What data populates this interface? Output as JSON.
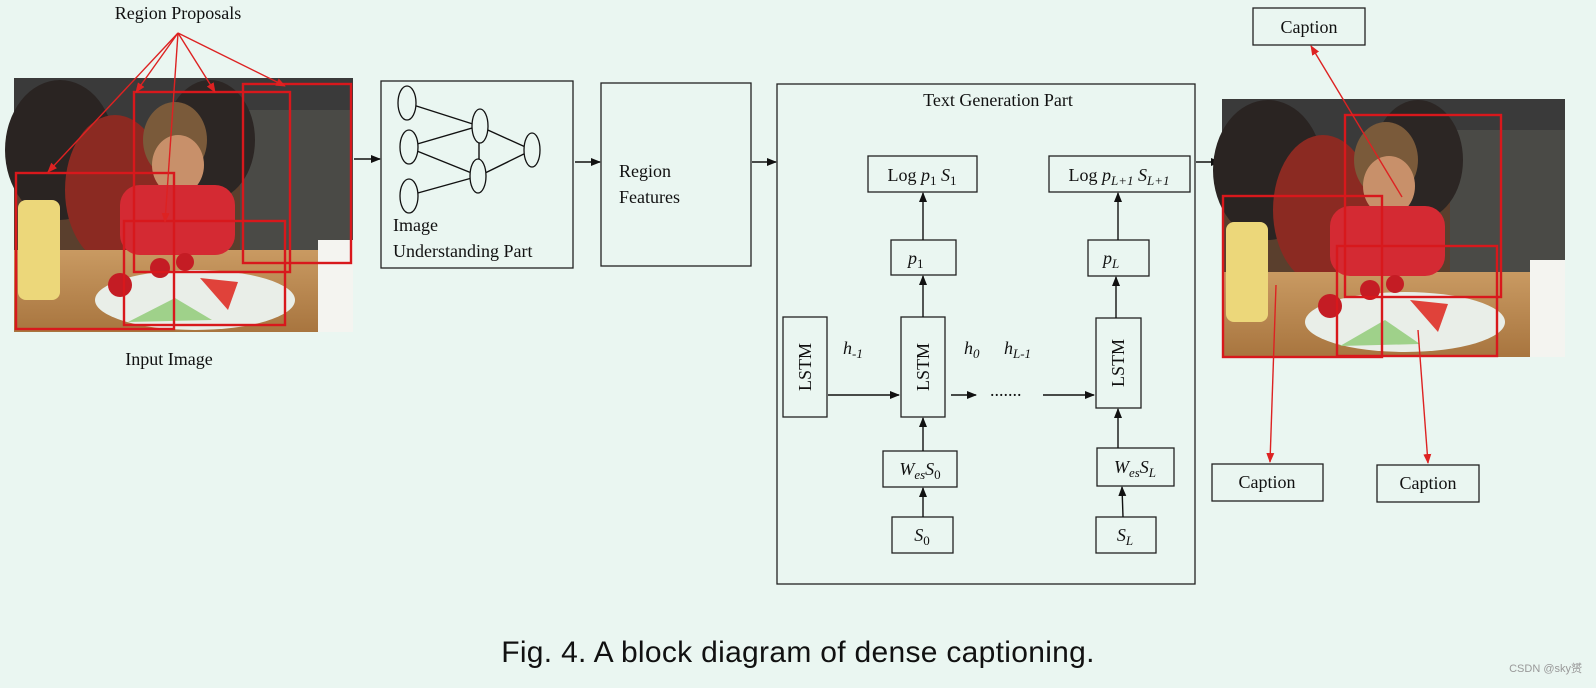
{
  "labels": {
    "region_proposals": "Region Proposals",
    "input_image": "Input Image",
    "image_understanding_1": "Image",
    "image_understanding_2": "Understanding Part",
    "region_features_1": "Region",
    "region_features_2": "Features",
    "text_generation": "Text Generation Part",
    "lstm": "LSTM",
    "dots": ".......",
    "caption_top": "Caption",
    "caption_bottom_left": "Caption",
    "caption_bottom_right": "Caption"
  },
  "math": {
    "log": "Log",
    "p": "p",
    "S": "S",
    "h": "h",
    "W": "W",
    "es": "es",
    "sub_1": "1",
    "sub_L": "L",
    "sub_L1": "L+1",
    "sub_0": "0",
    "sub_neg1": "-1",
    "sub_Lm1": "L-1"
  },
  "caption": "Fig. 4.  A block diagram of dense captioning.",
  "watermark": "CSDN @sky赟",
  "colors": {
    "background": "#eaf6f1",
    "proposal_red": "#d8181c",
    "stroke": "#222222"
  }
}
